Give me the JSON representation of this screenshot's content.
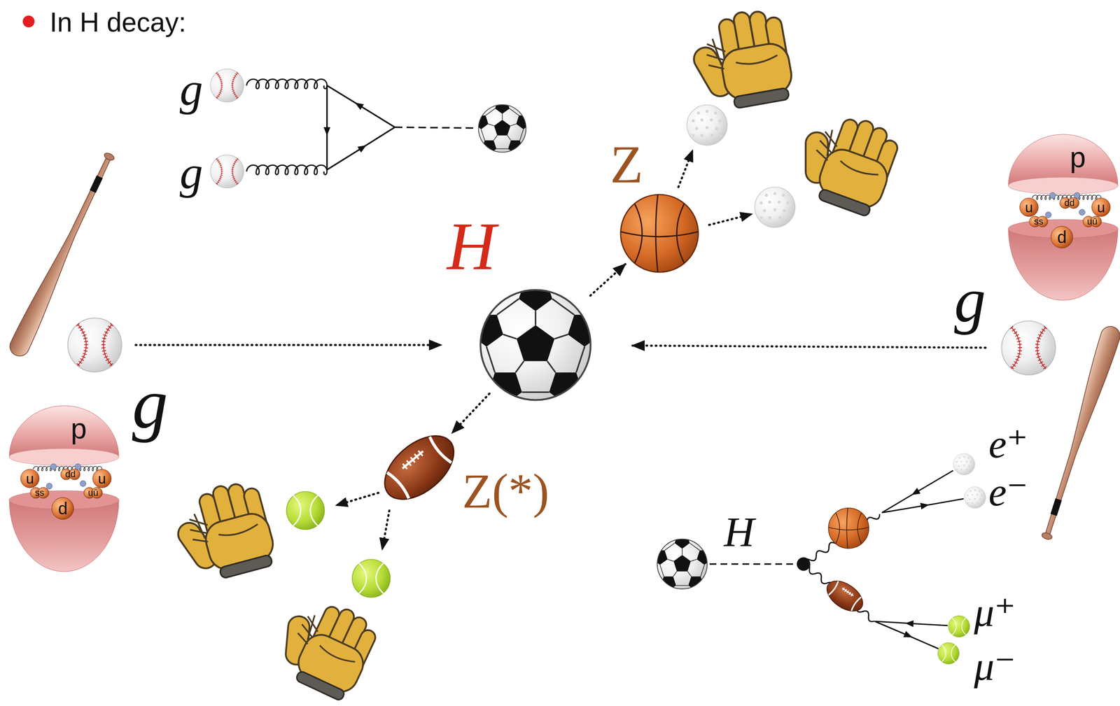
{
  "diagram": {
    "title": "In H decay:",
    "nodes": [
      {
        "text": [
          "g"
        ]
      },
      {
        "text": [
          "H"
        ]
      },
      {
        "text": [
          "g"
        ]
      },
      {
        "text": [
          "Z"
        ]
      },
      {
        "text": [
          "Z(*)"
        ]
      },
      {
        "text": [
          "p",
          "u",
          "dd",
          "u",
          "ss",
          "d",
          "uū"
        ]
      },
      {
        "text": [
          "p",
          "u",
          "dd",
          "u",
          "ss",
          "d",
          "uū"
        ]
      }
    ],
    "edges": [
      {
        "from": 0,
        "to": 1,
        "arrow": "to"
      },
      {
        "from": 2,
        "to": 1,
        "arrow": "to"
      },
      {
        "from": 1,
        "to": 3,
        "arrow": "to"
      },
      {
        "from": 1,
        "to": 4,
        "arrow": "to"
      }
    ],
    "labels": [
      "g",
      "g",
      "H",
      "e⁺",
      "e⁻",
      "μ⁺",
      "μ⁻"
    ]
  }
}
